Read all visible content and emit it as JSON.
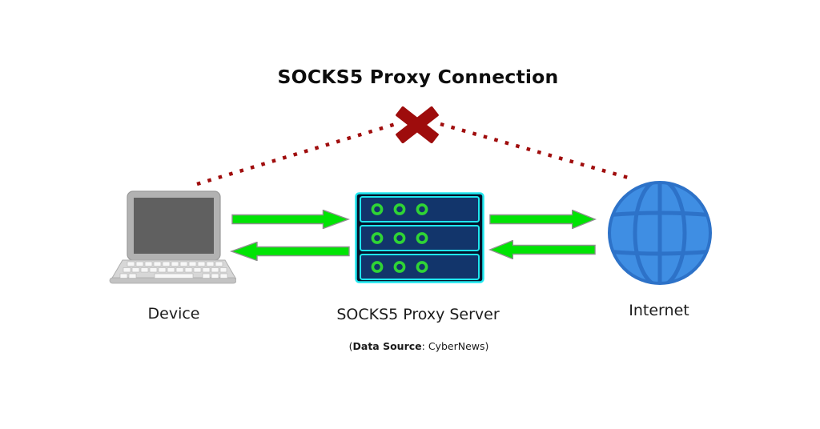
{
  "title": "SOCKS5 Proxy Connection",
  "nodes": [
    {
      "id": "device",
      "label": "Device",
      "icon": "laptop-icon"
    },
    {
      "id": "proxy-server",
      "label": "SOCKS5 Proxy Server",
      "icon": "server-rack-icon"
    },
    {
      "id": "internet",
      "label": "Internet",
      "icon": "globe-icon"
    }
  ],
  "blocked_connection": {
    "from": "Device",
    "to": "Internet",
    "style": "red-dotted-line",
    "marker": "red-x-blocked-icon"
  },
  "flows": [
    {
      "from": "Device",
      "to": "SOCKS5 Proxy Server",
      "arrow": "green-right"
    },
    {
      "from": "SOCKS5 Proxy Server",
      "to": "Device",
      "arrow": "green-left"
    },
    {
      "from": "SOCKS5 Proxy Server",
      "to": "Internet",
      "arrow": "green-right"
    },
    {
      "from": "Internet",
      "to": "SOCKS5 Proxy Server",
      "arrow": "green-left"
    }
  ],
  "footnote": {
    "prefix": "(",
    "bold_label": "Data Source",
    "suffix": ": CyberNews)"
  },
  "colors": {
    "background": "#ffffff",
    "title_text": "#0d0d0d",
    "label_text": "#1c1c1c",
    "blocked_red": "#a00d0d",
    "arrow_green": "#00e404",
    "arrow_outline": "#8f8f8f",
    "server_navy": "#12356b",
    "server_cyan": "#1fe6ee",
    "server_led_green": "#2fd435",
    "globe_blue": "#3f8ee3",
    "globe_line": "#2d72c8",
    "laptop_frame_gray": "#b2b2b2",
    "laptop_screen_gray": "#606060",
    "laptop_base_gray": "#d7d7d7"
  }
}
